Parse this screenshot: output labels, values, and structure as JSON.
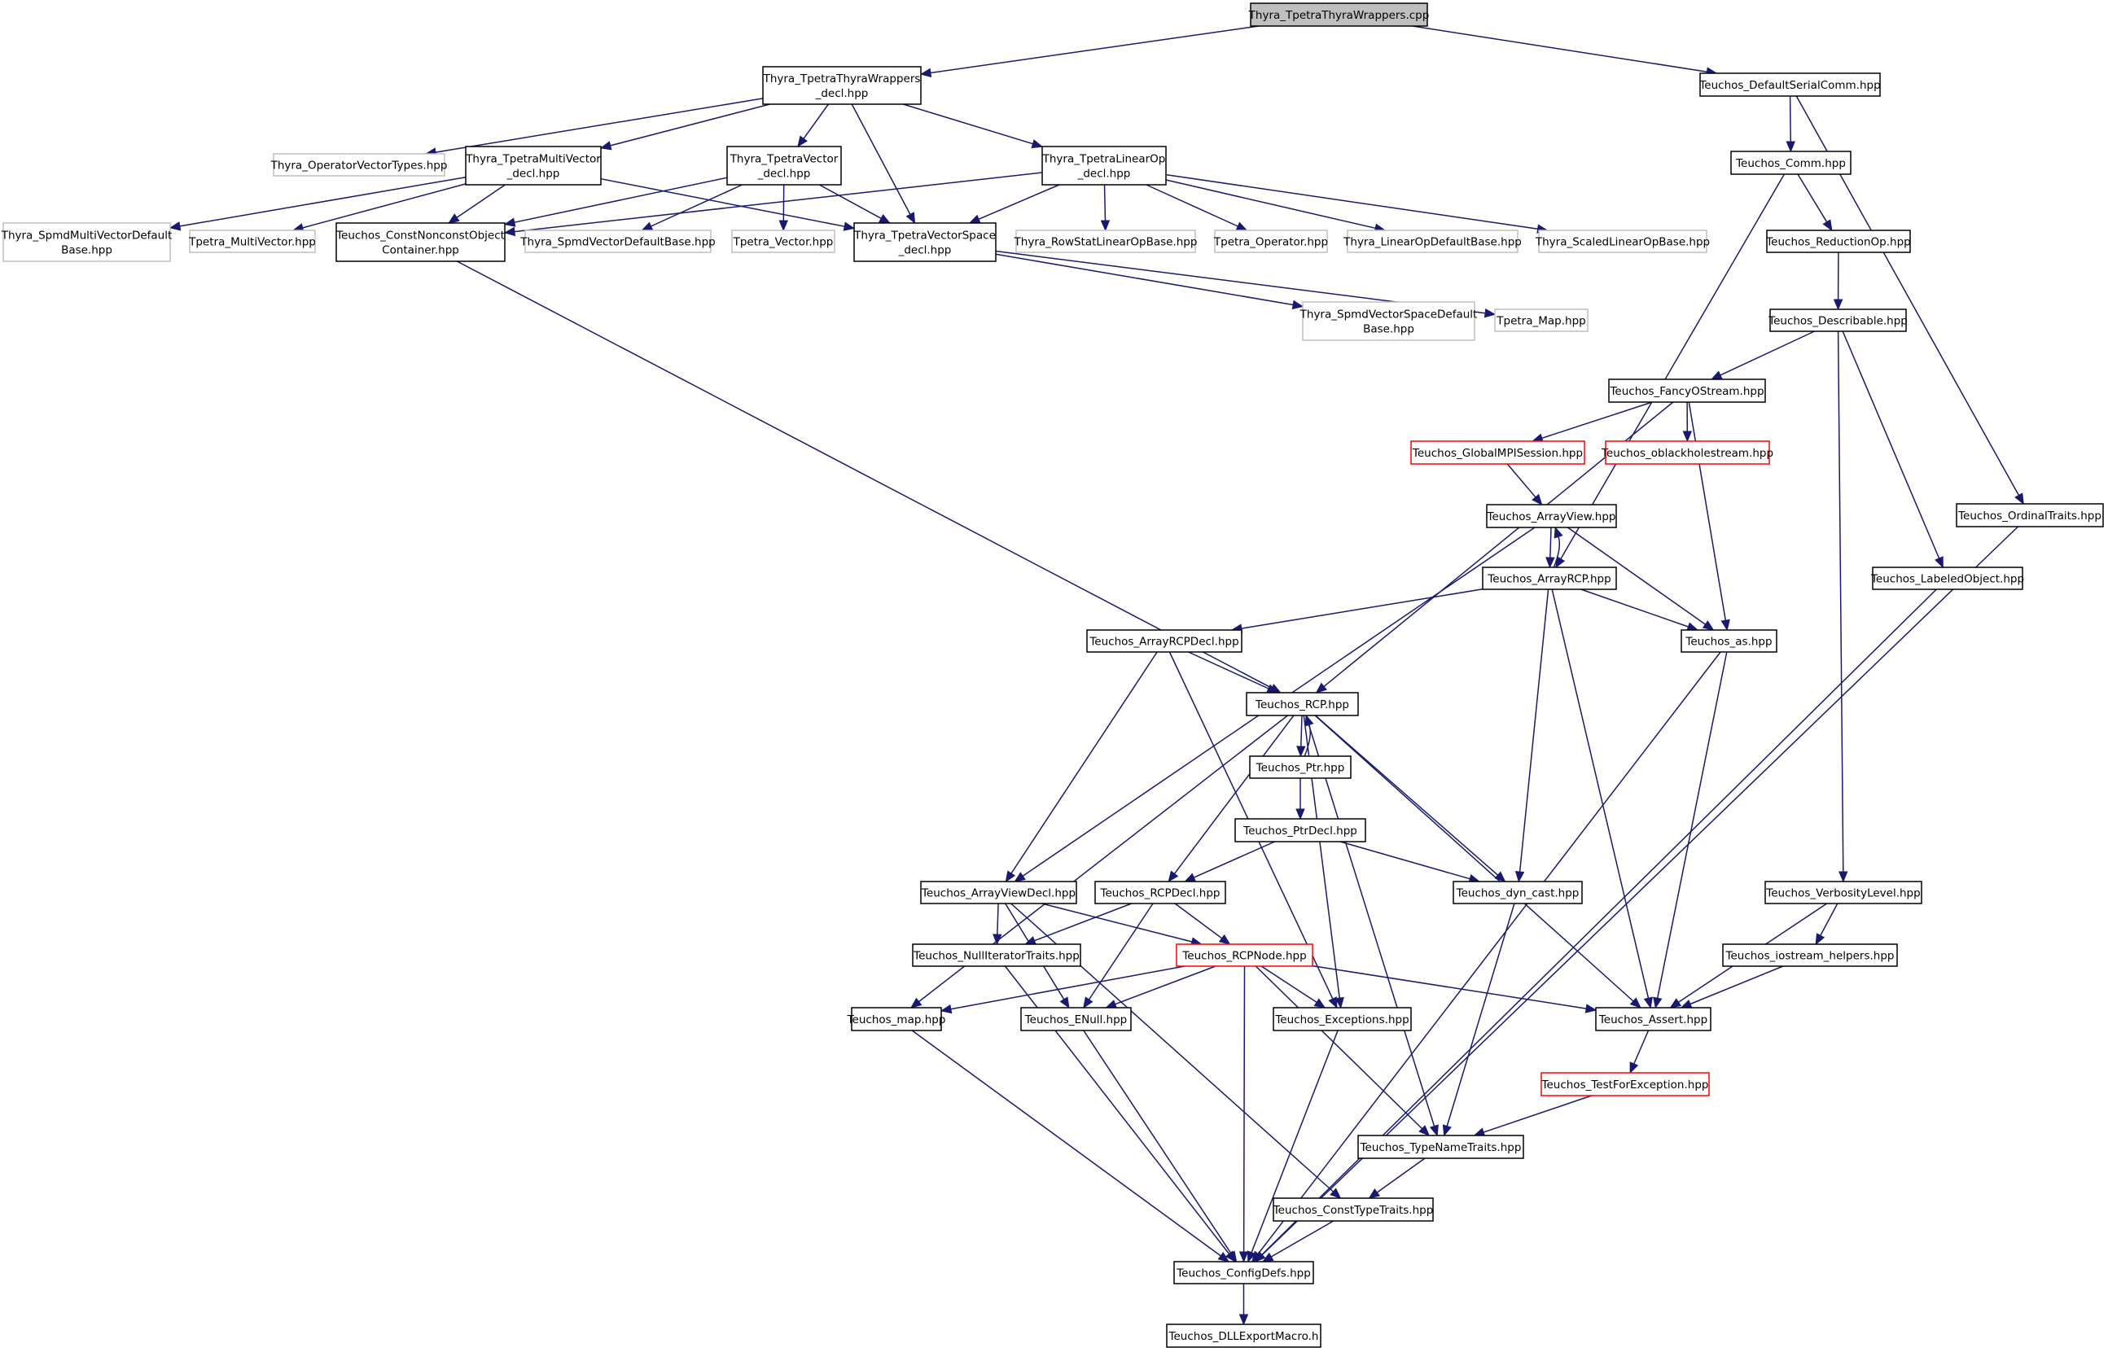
{
  "colors": {
    "edge": "#191970",
    "normal_border": "#000000",
    "external_border": "#bfbfbf",
    "truncated_border": "#ff0000",
    "root_fill": "#bfbfbf",
    "fill": "#ffffff"
  },
  "nodes": {
    "root": {
      "lines": [
        "Thyra_TpetraThyraWrappers.cpp"
      ],
      "kind": "root"
    },
    "wrappers_decl": {
      "lines": [
        "Thyra_TpetraThyraWrappers",
        "_decl.hpp"
      ],
      "kind": "normal"
    },
    "default_serial_comm": {
      "lines": [
        "Teuchos_DefaultSerialComm.hpp"
      ],
      "kind": "normal"
    },
    "operator_vector_types": {
      "lines": [
        "Thyra_OperatorVectorTypes.hpp"
      ],
      "kind": "external"
    },
    "tpetra_multivector_decl": {
      "lines": [
        "Thyra_TpetraMultiVector",
        "_decl.hpp"
      ],
      "kind": "normal"
    },
    "tpetra_vector_decl": {
      "lines": [
        "Thyra_TpetraVector",
        "_decl.hpp"
      ],
      "kind": "normal"
    },
    "tpetra_linearop_decl": {
      "lines": [
        "Thyra_TpetraLinearOp",
        "_decl.hpp"
      ],
      "kind": "normal"
    },
    "spmd_multivector_default_base": {
      "lines": [
        "Thyra_SpmdMultiVectorDefault",
        "Base.hpp"
      ],
      "kind": "external"
    },
    "tpetra_multivector": {
      "lines": [
        "Tpetra_MultiVector.hpp"
      ],
      "kind": "external"
    },
    "const_nonconst_container": {
      "lines": [
        "Teuchos_ConstNonconstObject",
        "Container.hpp"
      ],
      "kind": "normal"
    },
    "spmd_vector_default_base": {
      "lines": [
        "Thyra_SpmdVectorDefaultBase.hpp"
      ],
      "kind": "external"
    },
    "tpetra_vector": {
      "lines": [
        "Tpetra_Vector.hpp"
      ],
      "kind": "external"
    },
    "tpetra_vectorspace_decl": {
      "lines": [
        "Thyra_TpetraVectorSpace",
        "_decl.hpp"
      ],
      "kind": "normal"
    },
    "rowstat_linearop_base": {
      "lines": [
        "Thyra_RowStatLinearOpBase.hpp"
      ],
      "kind": "external"
    },
    "tpetra_operator": {
      "lines": [
        "Tpetra_Operator.hpp"
      ],
      "kind": "external"
    },
    "linearop_default_base": {
      "lines": [
        "Thyra_LinearOpDefaultBase.hpp"
      ],
      "kind": "external"
    },
    "scaled_linearop_base": {
      "lines": [
        "Thyra_ScaledLinearOpBase.hpp"
      ],
      "kind": "external"
    },
    "spmd_vectorspace_default_base": {
      "lines": [
        "Thyra_SpmdVectorSpaceDefault",
        "Base.hpp"
      ],
      "kind": "external"
    },
    "tpetra_map": {
      "lines": [
        "Tpetra_Map.hpp"
      ],
      "kind": "external"
    },
    "comm": {
      "lines": [
        "Teuchos_Comm.hpp"
      ],
      "kind": "normal"
    },
    "reduction_op": {
      "lines": [
        "Teuchos_ReductionOp.hpp"
      ],
      "kind": "normal"
    },
    "describable": {
      "lines": [
        "Teuchos_Describable.hpp"
      ],
      "kind": "normal"
    },
    "fancy_ostream": {
      "lines": [
        "Teuchos_FancyOStream.hpp"
      ],
      "kind": "normal"
    },
    "global_mpi_session": {
      "lines": [
        "Teuchos_GlobalMPISession.hpp"
      ],
      "kind": "truncated"
    },
    "oblackholestream": {
      "lines": [
        "Teuchos_oblackholestream.hpp"
      ],
      "kind": "truncated"
    },
    "ordinal_traits": {
      "lines": [
        "Teuchos_OrdinalTraits.hpp"
      ],
      "kind": "normal"
    },
    "array_view": {
      "lines": [
        "Teuchos_ArrayView.hpp"
      ],
      "kind": "normal"
    },
    "array_rcp": {
      "lines": [
        "Teuchos_ArrayRCP.hpp"
      ],
      "kind": "normal"
    },
    "labeled_object": {
      "lines": [
        "Teuchos_LabeledObject.hpp"
      ],
      "kind": "normal"
    },
    "array_rcp_decl": {
      "lines": [
        "Teuchos_ArrayRCPDecl.hpp"
      ],
      "kind": "normal"
    },
    "as": {
      "lines": [
        "Teuchos_as.hpp"
      ],
      "kind": "normal"
    },
    "rcp": {
      "lines": [
        "Teuchos_RCP.hpp"
      ],
      "kind": "normal"
    },
    "ptr": {
      "lines": [
        "Teuchos_Ptr.hpp"
      ],
      "kind": "normal"
    },
    "ptr_decl": {
      "lines": [
        "Teuchos_PtrDecl.hpp"
      ],
      "kind": "normal"
    },
    "array_view_decl": {
      "lines": [
        "Teuchos_ArrayViewDecl.hpp"
      ],
      "kind": "normal"
    },
    "rcp_decl": {
      "lines": [
        "Teuchos_RCPDecl.hpp"
      ],
      "kind": "normal"
    },
    "dyn_cast": {
      "lines": [
        "Teuchos_dyn_cast.hpp"
      ],
      "kind": "normal"
    },
    "verbosity_level": {
      "lines": [
        "Teuchos_VerbosityLevel.hpp"
      ],
      "kind": "normal"
    },
    "null_iterator_traits": {
      "lines": [
        "Teuchos_NullIteratorTraits.hpp"
      ],
      "kind": "normal"
    },
    "rcp_node": {
      "lines": [
        "Teuchos_RCPNode.hpp"
      ],
      "kind": "truncated"
    },
    "iostream_helpers": {
      "lines": [
        "Teuchos_iostream_helpers.hpp"
      ],
      "kind": "normal"
    },
    "map": {
      "lines": [
        "Teuchos_map.hpp"
      ],
      "kind": "normal"
    },
    "enull": {
      "lines": [
        "Teuchos_ENull.hpp"
      ],
      "kind": "normal"
    },
    "exceptions": {
      "lines": [
        "Teuchos_Exceptions.hpp"
      ],
      "kind": "normal"
    },
    "assert": {
      "lines": [
        "Teuchos_Assert.hpp"
      ],
      "kind": "normal"
    },
    "test_for_exception": {
      "lines": [
        "Teuchos_TestForException.hpp"
      ],
      "kind": "truncated"
    },
    "type_name_traits": {
      "lines": [
        "Teuchos_TypeNameTraits.hpp"
      ],
      "kind": "normal"
    },
    "const_type_traits": {
      "lines": [
        "Teuchos_ConstTypeTraits.hpp"
      ],
      "kind": "normal"
    },
    "config_defs": {
      "lines": [
        "Teuchos_ConfigDefs.hpp"
      ],
      "kind": "normal"
    },
    "dll_export_macro": {
      "lines": [
        "Teuchos_DLLExportMacro.h"
      ],
      "kind": "normal"
    }
  },
  "edges": [
    [
      "root",
      "wrappers_decl"
    ],
    [
      "root",
      "default_serial_comm"
    ],
    [
      "wrappers_decl",
      "operator_vector_types"
    ],
    [
      "wrappers_decl",
      "tpetra_multivector_decl"
    ],
    [
      "wrappers_decl",
      "tpetra_vector_decl"
    ],
    [
      "wrappers_decl",
      "tpetra_vectorspace_decl"
    ],
    [
      "wrappers_decl",
      "tpetra_linearop_decl"
    ],
    [
      "tpetra_multivector_decl",
      "spmd_multivector_default_base"
    ],
    [
      "tpetra_multivector_decl",
      "tpetra_multivector"
    ],
    [
      "tpetra_multivector_decl",
      "const_nonconst_container"
    ],
    [
      "tpetra_multivector_decl",
      "tpetra_vectorspace_decl"
    ],
    [
      "tpetra_vector_decl",
      "const_nonconst_container"
    ],
    [
      "tpetra_vector_decl",
      "spmd_vector_default_base"
    ],
    [
      "tpetra_vector_decl",
      "tpetra_vector"
    ],
    [
      "tpetra_vector_decl",
      "tpetra_vectorspace_decl"
    ],
    [
      "tpetra_linearop_decl",
      "const_nonconst_container"
    ],
    [
      "tpetra_linearop_decl",
      "tpetra_vectorspace_decl"
    ],
    [
      "tpetra_linearop_decl",
      "rowstat_linearop_base"
    ],
    [
      "tpetra_linearop_decl",
      "tpetra_operator"
    ],
    [
      "tpetra_linearop_decl",
      "linearop_default_base"
    ],
    [
      "tpetra_linearop_decl",
      "scaled_linearop_base"
    ],
    [
      "tpetra_vectorspace_decl",
      "spmd_vectorspace_default_base"
    ],
    [
      "tpetra_vectorspace_decl",
      "tpetra_map"
    ],
    [
      "const_nonconst_container",
      "rcp"
    ],
    [
      "default_serial_comm",
      "comm"
    ],
    [
      "default_serial_comm",
      "ordinal_traits"
    ],
    [
      "comm",
      "reduction_op"
    ],
    [
      "comm",
      "array_rcp"
    ],
    [
      "reduction_op",
      "describable"
    ],
    [
      "describable",
      "fancy_ostream"
    ],
    [
      "describable",
      "verbosity_level"
    ],
    [
      "describable",
      "labeled_object"
    ],
    [
      "fancy_ostream",
      "global_mpi_session"
    ],
    [
      "fancy_ostream",
      "oblackholestream"
    ],
    [
      "fancy_ostream",
      "as"
    ],
    [
      "fancy_ostream",
      "rcp"
    ],
    [
      "global_mpi_session",
      "array_view"
    ],
    [
      "array_view",
      "array_rcp"
    ],
    [
      "array_view",
      "as"
    ],
    [
      "array_view",
      "array_view_decl"
    ],
    [
      "array_rcp",
      "array_view"
    ],
    [
      "array_rcp",
      "array_rcp_decl"
    ],
    [
      "array_rcp",
      "as"
    ],
    [
      "array_rcp",
      "dyn_cast"
    ],
    [
      "array_rcp",
      "assert"
    ],
    [
      "array_rcp_decl",
      "rcp"
    ],
    [
      "array_rcp_decl",
      "array_view_decl"
    ],
    [
      "array_rcp_decl",
      "exceptions"
    ],
    [
      "as",
      "assert"
    ],
    [
      "as",
      "config_defs"
    ],
    [
      "rcp",
      "ptr"
    ],
    [
      "rcp",
      "rcp_decl"
    ],
    [
      "rcp",
      "dyn_cast"
    ],
    [
      "rcp",
      "map"
    ],
    [
      "rcp",
      "exceptions"
    ],
    [
      "rcp",
      "type_name_traits"
    ],
    [
      "rcp",
      "assert"
    ],
    [
      "ptr",
      "rcp"
    ],
    [
      "ptr",
      "ptr_decl"
    ],
    [
      "ptr_decl",
      "rcp_decl"
    ],
    [
      "ptr_decl",
      "dyn_cast"
    ],
    [
      "array_view_decl",
      "null_iterator_traits"
    ],
    [
      "array_view_decl",
      "rcp_node"
    ],
    [
      "array_view_decl",
      "enull"
    ],
    [
      "array_view_decl",
      "const_type_traits"
    ],
    [
      "rcp_decl",
      "null_iterator_traits"
    ],
    [
      "rcp_decl",
      "rcp_node"
    ],
    [
      "rcp_decl",
      "enull"
    ],
    [
      "dyn_cast",
      "type_name_traits"
    ],
    [
      "verbosity_level",
      "iostream_helpers"
    ],
    [
      "verbosity_level",
      "assert"
    ],
    [
      "iostream_helpers",
      "assert"
    ],
    [
      "null_iterator_traits",
      "config_defs"
    ],
    [
      "rcp_node",
      "map"
    ],
    [
      "rcp_node",
      "enull"
    ],
    [
      "rcp_node",
      "exceptions"
    ],
    [
      "rcp_node",
      "assert"
    ],
    [
      "rcp_node",
      "type_name_traits"
    ],
    [
      "rcp_node",
      "config_defs"
    ],
    [
      "map",
      "config_defs"
    ],
    [
      "enull",
      "config_defs"
    ],
    [
      "exceptions",
      "config_defs"
    ],
    [
      "assert",
      "test_for_exception"
    ],
    [
      "test_for_exception",
      "type_name_traits"
    ],
    [
      "type_name_traits",
      "const_type_traits"
    ],
    [
      "const_type_traits",
      "config_defs"
    ],
    [
      "ordinal_traits",
      "config_defs"
    ],
    [
      "labeled_object",
      "config_defs"
    ],
    [
      "config_defs",
      "dll_export_macro"
    ]
  ]
}
